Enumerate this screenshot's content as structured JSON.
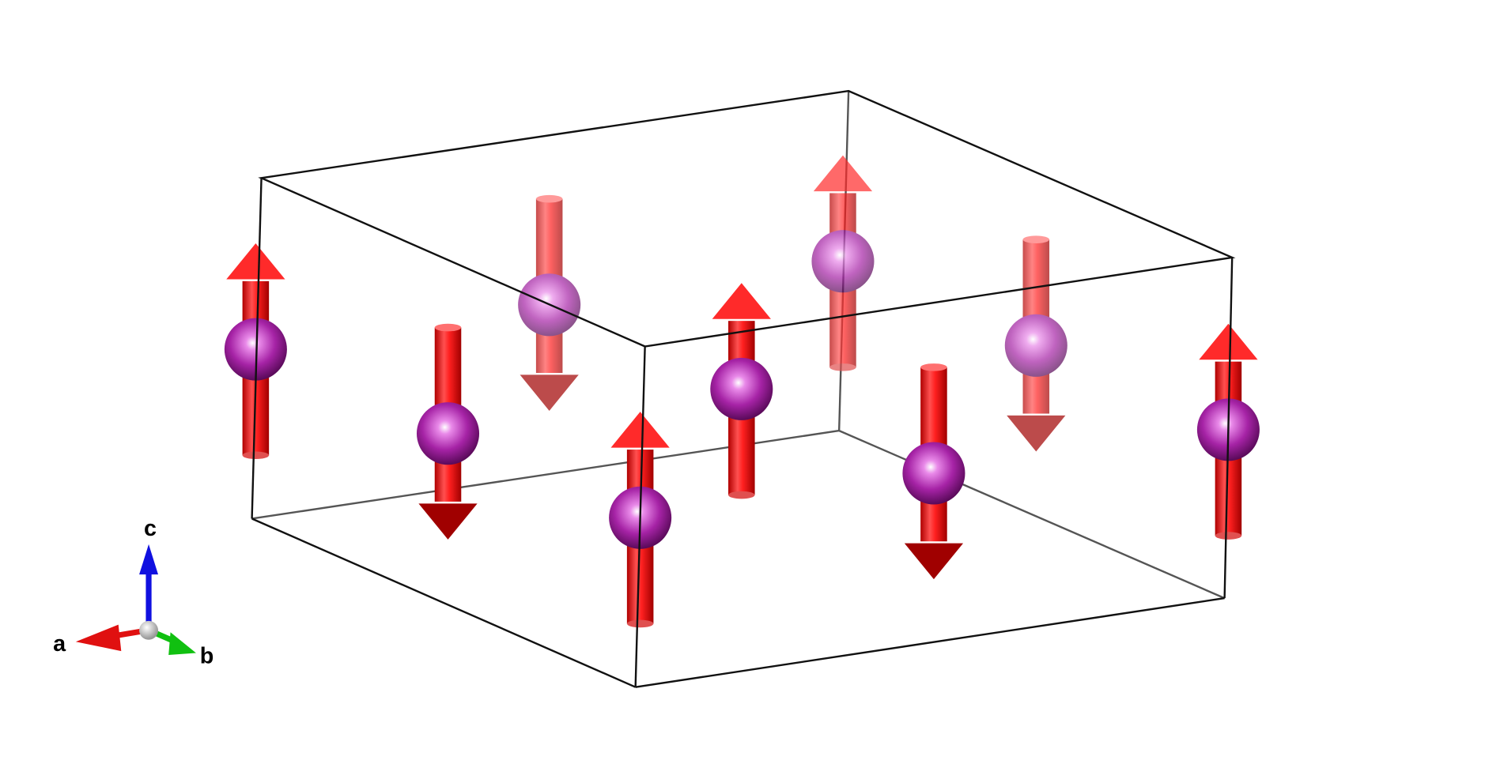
{
  "structure": {
    "atom_color": "#9b1c9b",
    "spin_color": "#ff1a1a",
    "cell_edge_color": "#111111",
    "spins": [
      "up",
      "down",
      "up",
      "down",
      "down",
      "up",
      "down",
      "up",
      "up"
    ]
  },
  "axes": {
    "a": {
      "label": "a",
      "color": "#e01010"
    },
    "b": {
      "label": "b",
      "color": "#10c010"
    },
    "c": {
      "label": "c",
      "color": "#1010e0"
    }
  }
}
